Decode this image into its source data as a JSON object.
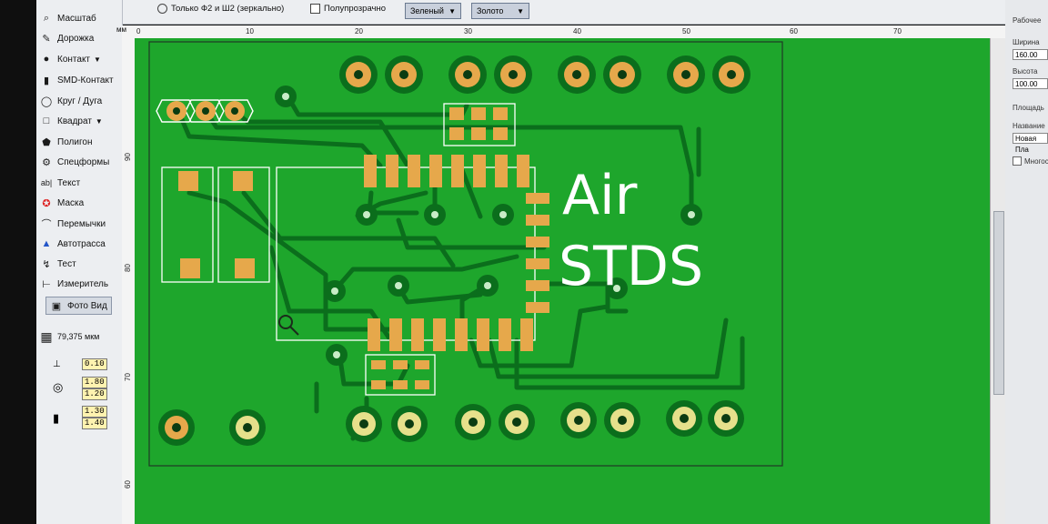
{
  "tools": [
    {
      "label": "Масштаб",
      "icon": "magnifier-icon"
    },
    {
      "label": "Дорожка",
      "icon": "track-pen-icon"
    },
    {
      "label": "Контакт",
      "icon": "pad-icon",
      "arrow": "▼"
    },
    {
      "label": "SMD-Контакт",
      "icon": "smd-pad-icon"
    },
    {
      "label": "Круг / Дуга",
      "icon": "circle-arc-icon"
    },
    {
      "label": "Квадрат",
      "icon": "square-icon",
      "arrow": "▼"
    },
    {
      "label": "Полигон",
      "icon": "polygon-icon"
    },
    {
      "label": "Спецформы",
      "icon": "special-shapes-icon"
    },
    {
      "label": "Текст",
      "icon": "text-icon"
    },
    {
      "label": "Маска",
      "icon": "mask-icon"
    },
    {
      "label": "Перемычки",
      "icon": "jumper-icon"
    },
    {
      "label": "Автотрасса",
      "icon": "autoroute-icon"
    },
    {
      "label": "Тест",
      "icon": "test-icon"
    },
    {
      "label": "Измеритель",
      "icon": "ruler-measure-icon"
    },
    {
      "label": "Фото Вид",
      "icon": "photo-view-icon",
      "active": true
    }
  ],
  "grid": {
    "label": "79,375 мкм",
    "icon": "grid-icon"
  },
  "params": {
    "track_width": "0.10",
    "pad_outer": "1.80",
    "pad_inner": "1.20",
    "smd_w": "1.30",
    "smd_h": "1.40"
  },
  "topbar": {
    "mirror_label": "Только Ф2 и Ш2 (зеркально)",
    "transparent_label": "Полупрозрачно",
    "color_value": "Зеленый",
    "metal_value": "Золото"
  },
  "ruler": {
    "unit": "мм",
    "top": [
      "0",
      "10",
      "20",
      "30",
      "40",
      "50",
      "60",
      "70"
    ],
    "left": [
      "90",
      "80",
      "70",
      "60"
    ]
  },
  "board": {
    "text_line1": "Air",
    "text_line2": "STDS"
  },
  "right_panel": {
    "top": "Рабочее",
    "width_label": "Ширина",
    "width_value": "160.00",
    "height_label": "Высота",
    "height_value": "100.00",
    "area_label": "Площадь",
    "name_label": "Название",
    "name_value": "Новая Пла",
    "multi_label": "Многос"
  },
  "colors": {
    "board": "#1ea62c",
    "copper": "#0b6e1c",
    "gold": "#e6a84b",
    "silk": "#ffffff"
  }
}
